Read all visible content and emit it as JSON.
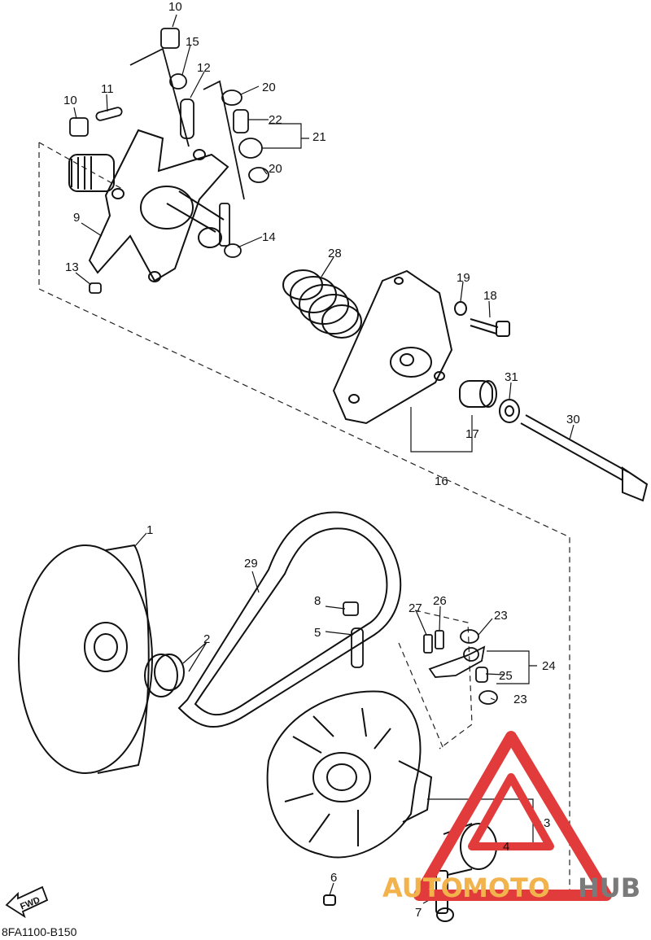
{
  "diagram_code": "8FA1100-B150",
  "fwd_label": "FWD",
  "watermark": {
    "part1": "AUTO",
    "part2": "MOTO",
    "part3": "HUB",
    "color_primary": "#f2b24c",
    "color_secondary": "#7a7a7a",
    "triangle_color": "#e23b3b"
  },
  "callouts": {
    "c1": "1",
    "c2": "2",
    "c3": "3",
    "c4": "4",
    "c5": "5",
    "c6": "6",
    "c7": "7",
    "c8": "8",
    "c9": "9",
    "c10a": "10",
    "c10b": "10",
    "c11": "11",
    "c12": "12",
    "c13": "13",
    "c14": "14",
    "c15": "15",
    "c16": "16",
    "c17": "17",
    "c18": "18",
    "c19": "19",
    "c20a": "20",
    "c20b": "20",
    "c21": "21",
    "c22": "22",
    "c23a": "23",
    "c23b": "23",
    "c24": "24",
    "c25": "25",
    "c26": "26",
    "c27": "27",
    "c28": "28",
    "c29": "29",
    "c30": "30",
    "c31": "31"
  }
}
